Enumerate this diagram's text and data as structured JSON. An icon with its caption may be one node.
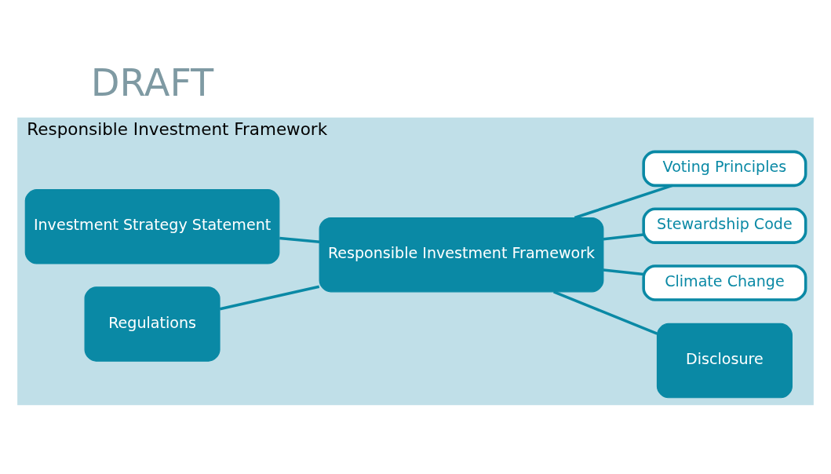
{
  "diagram": {
    "nodes": [
      {
        "text": [
          "Responsible Investment Framework"
        ]
      },
      {
        "text": [
          "Investment Strategy Statement"
        ],
        "in": 0
      },
      {
        "text": [
          "Regulations"
        ],
        "in": 0
      },
      {
        "text": [
          "Responsible Investment Framework"
        ],
        "in": 0
      },
      {
        "text": [
          "Disclosure"
        ],
        "in": 0
      },
      {
        "text": [
          "Climate Change"
        ],
        "in": 0
      },
      {
        "text": [
          "Stewardship Code"
        ],
        "in": 0
      },
      {
        "text": [
          "Voting Principles"
        ],
        "in": 0
      }
    ],
    "edges": [
      {
        "from": 1,
        "to": 3,
        "arrow": "none"
      },
      {
        "from": 2,
        "to": 3,
        "arrow": "none"
      },
      {
        "from": 3,
        "to": 4,
        "arrow": "none"
      },
      {
        "from": 3,
        "to": 5,
        "arrow": "none"
      },
      {
        "from": 3,
        "to": 6,
        "arrow": "none"
      },
      {
        "from": 3,
        "to": 7,
        "arrow": "none"
      }
    ],
    "labels": [
      "DRAFT"
    ]
  }
}
